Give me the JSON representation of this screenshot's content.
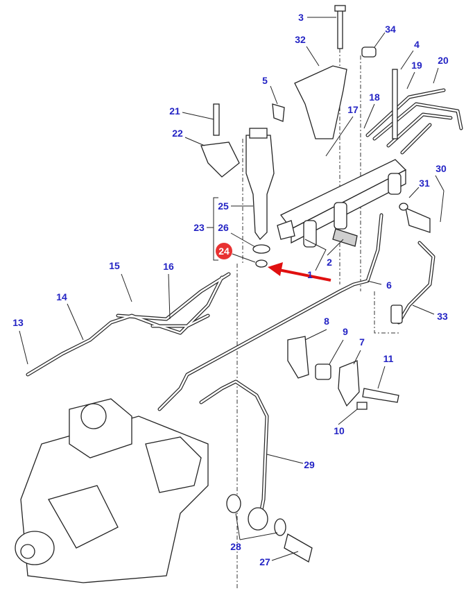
{
  "diagram": {
    "label_color": "#2323c4",
    "highlight_color": "#e83232",
    "arrow_color": "#e01010",
    "highlighted_part": "24",
    "callouts": {
      "p1": "1",
      "p2": "2",
      "p3": "3",
      "p4": "4",
      "p5": "5",
      "p6": "6",
      "p7": "7",
      "p8": "8",
      "p9": "9",
      "p10": "10",
      "p11": "11",
      "p13": "13",
      "p14": "14",
      "p15": "15",
      "p16": "16",
      "p17": "17",
      "p18": "18",
      "p19": "19",
      "p20": "20",
      "p21": "21",
      "p22": "22",
      "p23": "23",
      "p24": "24",
      "p25": "25",
      "p26": "26",
      "p27": "27",
      "p28": "28",
      "p29": "29",
      "p30": "30",
      "p31": "31",
      "p32": "32",
      "p33": "33",
      "p34": "34"
    }
  }
}
